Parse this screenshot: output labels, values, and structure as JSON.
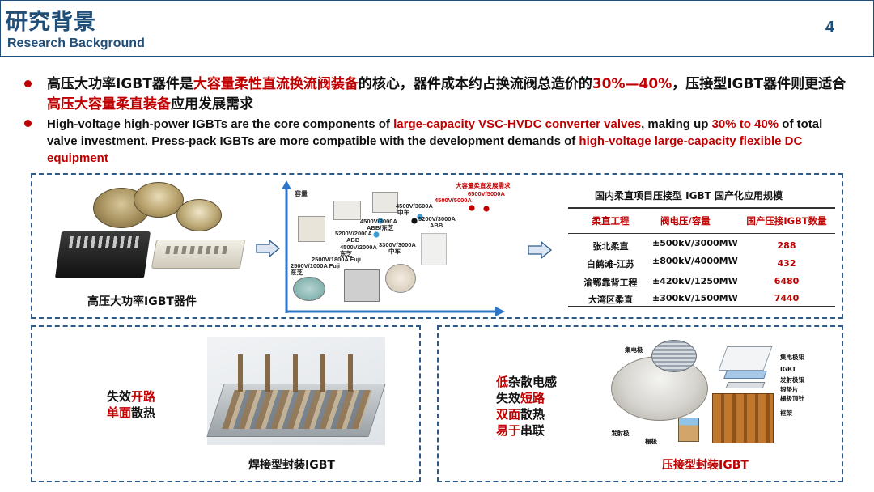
{
  "header": {
    "title_cn": "研究背景",
    "title_en": "Research Background",
    "page_number": "4"
  },
  "bullets": {
    "cn": {
      "t1": "高压大功率IGBT器件是",
      "h1": "大容量柔性直流换流阀装备",
      "t2": "的核心，器件成本约占换流阀总造价的",
      "h2": "30%—40%",
      "t3": "，压接型IGBT器件则更适合",
      "h3": "高压大容量柔直装备",
      "t4": "应用发展需求"
    },
    "en": {
      "t1": "High-voltage high-power IGBTs are the core components of ",
      "h1": "large-capacity VSC-HVDC converter valves",
      "t2": ", making up ",
      "h2": "30% to 40%",
      "t3": " of total valve investment. Press-pack IGBTs are more compatible with the development demands of ",
      "h3": "high-voltage large-capacity flexible DC equipment"
    }
  },
  "devices": {
    "caption": "高压大功率IGBT器件"
  },
  "chart_data": {
    "type": "scatter",
    "ylabel": "容量",
    "xlabel": "",
    "points": [
      {
        "label": "2500V/1000A Fuji",
        "maker": "东芝",
        "color": "#3a9bd5"
      },
      {
        "label": "2500V/1800A Fuji",
        "color": "#3a9bd5"
      },
      {
        "label": "4500V/2000A",
        "maker": "东芝",
        "color": "#3a9bd5"
      },
      {
        "label": "5200V/2000A",
        "maker": "ABB",
        "color": "#3a9bd5"
      },
      {
        "label": "3300V/3000A",
        "maker": "中车",
        "color": "#3a9bd5"
      },
      {
        "label": "4500V/3000A",
        "maker": "ABB/东芝",
        "color": "#3a9bd5"
      },
      {
        "label": "4500V/3600A",
        "maker": "中车",
        "color": "#111111"
      },
      {
        "label": "5200V/3000A",
        "maker": "ABB",
        "color": "#3a9bd5"
      },
      {
        "label": "4500V/5000A",
        "color": "#c00000"
      },
      {
        "label": "6500V/5000A",
        "color": "#c00000"
      }
    ],
    "annotation": "大容量柔直发展需求"
  },
  "table": {
    "title": "国内柔直项目压接型 IGBT 国产化应用规模",
    "headers": [
      "柔直工程",
      "阀电压/容量",
      "国产压接IGBT数量"
    ],
    "rows": [
      [
        "张北柔直",
        "±500kV/3000MW",
        "288"
      ],
      [
        "白鹤滩-江苏",
        "±800kV/4000MW",
        "432"
      ],
      [
        "渝鄂靠背工程",
        "±420kV/1250MW",
        "6480"
      ],
      [
        "大湾区柔直",
        "±300kV/1500MW",
        "7440"
      ]
    ]
  },
  "welded": {
    "f1a": "失效",
    "f1b": "开路",
    "f2a": "单面",
    "f2b": "散热",
    "caption": "焊接型封装IGBT"
  },
  "presspack": {
    "f1a": "低",
    "f1b": "杂散电感",
    "f2a": "失效",
    "f2b": "短路",
    "f3a": "双面",
    "f3b": "散热",
    "f4a": "易于",
    "f4b": "串联",
    "caption": "压接型封装IGBT",
    "labels": {
      "collector": "集电极",
      "emitter": "发射极",
      "gate": "栅极",
      "collector_mo": "集电极钼",
      "igbt": "IGBT",
      "emitter_mo": "发射极钼",
      "silver": "银垫片",
      "gate_pin": "栅极顶针",
      "frame": "框架"
    }
  },
  "colors": {
    "accent": "#1f4e79",
    "highlight": "#c00000",
    "chart_blue": "#2e75c8"
  }
}
